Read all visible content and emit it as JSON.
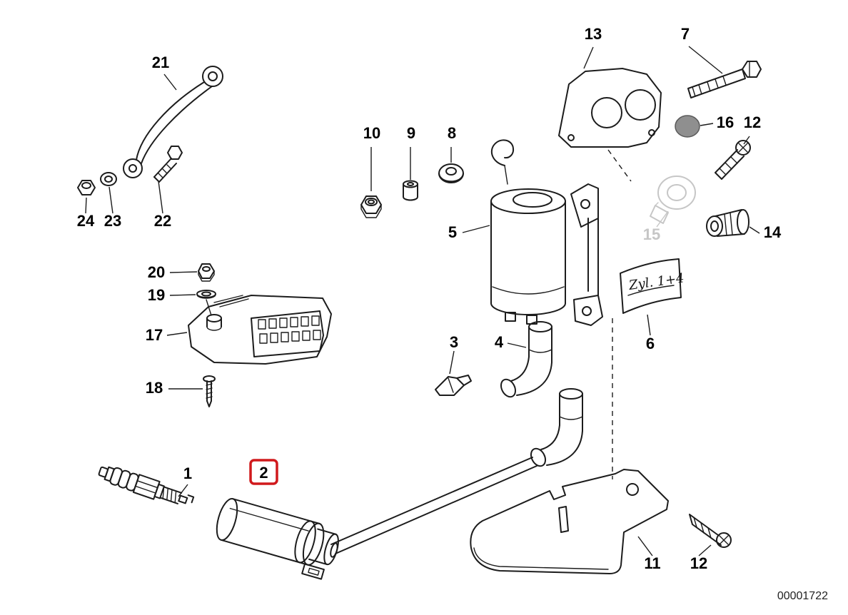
{
  "diagram": {
    "doc_number": "00001722",
    "tag_text": "Zyl. 1+4",
    "highlighted_part": "2",
    "colors": {
      "line": "#1c1c1c",
      "highlight": "#d0191c",
      "faded": "#c6c6c6"
    },
    "labels": {
      "p1": "1",
      "p2": "2",
      "p3": "3",
      "p4": "4",
      "p5": "5",
      "p6": "6",
      "p7": "7",
      "p8": "8",
      "p9": "9",
      "p10": "10",
      "p11": "11",
      "p12a": "12",
      "p12b": "12",
      "p13": "13",
      "p14": "14",
      "p15": "15",
      "p16": "16",
      "p17": "17",
      "p18": "18",
      "p19": "19",
      "p20": "20",
      "p21": "21",
      "p22": "22",
      "p23": "23",
      "p24": "24"
    }
  }
}
